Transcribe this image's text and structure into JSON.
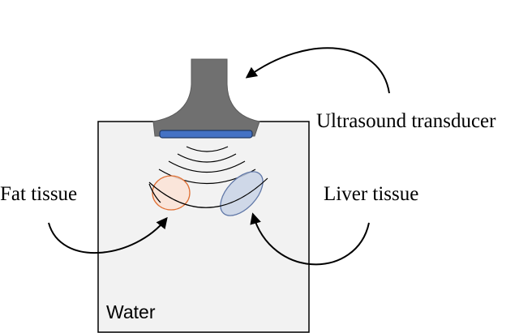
{
  "labels": {
    "transducer": "Ultrasound transducer",
    "liver": "Liver tissue",
    "fat": "Fat tissue",
    "water": "Water"
  },
  "colors": {
    "background": "#ffffff",
    "tank_fill": "#f2f2f2",
    "tank_stroke": "#000000",
    "transducer_body": "#707070",
    "transducer_face": "#4472c4",
    "fat_fill": "#fbe3d6",
    "fat_stroke": "#e07034",
    "liver_fill": "#c9d3e6",
    "liver_stroke": "#6178a8",
    "wave_stroke": "#000000",
    "arrow_stroke": "#000000"
  },
  "icons": {
    "transducer": "ultrasound-transducer-icon",
    "fat": "fat-tissue-ellipse",
    "liver": "liver-tissue-ellipse"
  }
}
